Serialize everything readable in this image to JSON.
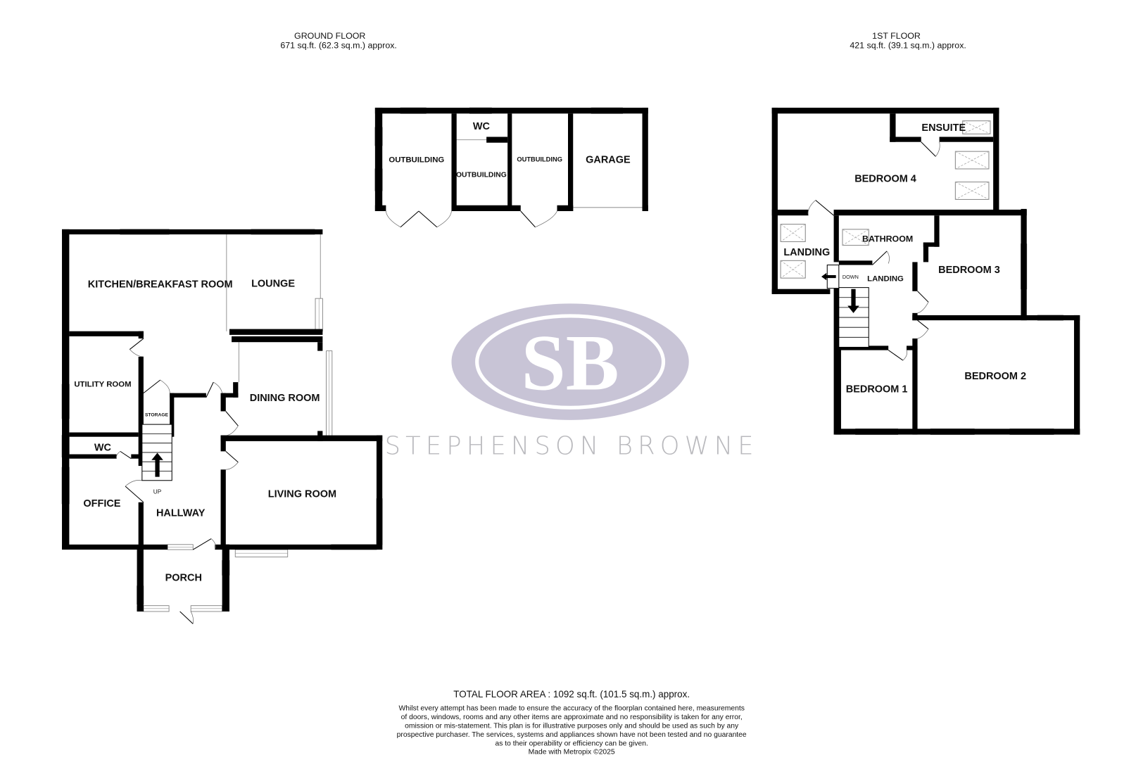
{
  "ground_floor": {
    "title": "GROUND FLOOR",
    "area": "671 sq.ft. (62.3 sq.m.) approx.",
    "rooms": {
      "kitchen": "KITCHEN/BREAKFAST ROOM",
      "lounge": "LOUNGE",
      "utility": "UTILITY ROOM",
      "storage": "STORAGE",
      "dining": "DINING ROOM",
      "wc": "WC",
      "office": "OFFICE",
      "hallway": "HALLWAY",
      "living": "LIVING ROOM",
      "porch": "PORCH",
      "stairs_up": "UP"
    },
    "outbuildings": {
      "outbuilding_1": "OUTBUILDING",
      "outbuilding_2": "OUTBUILDING",
      "outbuilding_3": "OUTBUILDING",
      "wc": "WC",
      "garage": "GARAGE"
    }
  },
  "first_floor": {
    "title": "1ST FLOOR",
    "area": "421 sq.ft. (39.1 sq.m.) approx.",
    "rooms": {
      "bedroom4": "BEDROOM 4",
      "ensuite": "ENSUITE",
      "landing_left": "LANDING",
      "bathroom": "BATHROOM",
      "landing": "LANDING",
      "stairs_down": "DOWN",
      "bedroom3": "BEDROOM 3",
      "bedroom2": "BEDROOM 2",
      "bedroom1": "BEDROOM 1"
    }
  },
  "watermark": {
    "monogram": "SB",
    "brand": "STEPHENSON BROWNE",
    "color": "#c8c4d6"
  },
  "footer": {
    "total_area": "TOTAL FLOOR AREA : 1092 sq.ft. (101.5 sq.m.) approx.",
    "disclaimer": [
      "Whilst every attempt has been made to ensure the accuracy of the floorplan contained here, measurements",
      "of doors, windows, rooms and any other items are approximate and no responsibility is taken for any error,",
      "omission or mis-statement. This plan is for illustrative purposes only and should be used as such by any",
      "prospective purchaser. The services, systems and appliances shown have not been tested and no guarantee",
      "as to their operability or efficiency can be given."
    ],
    "credit": "Made with Metropix ©2025"
  }
}
